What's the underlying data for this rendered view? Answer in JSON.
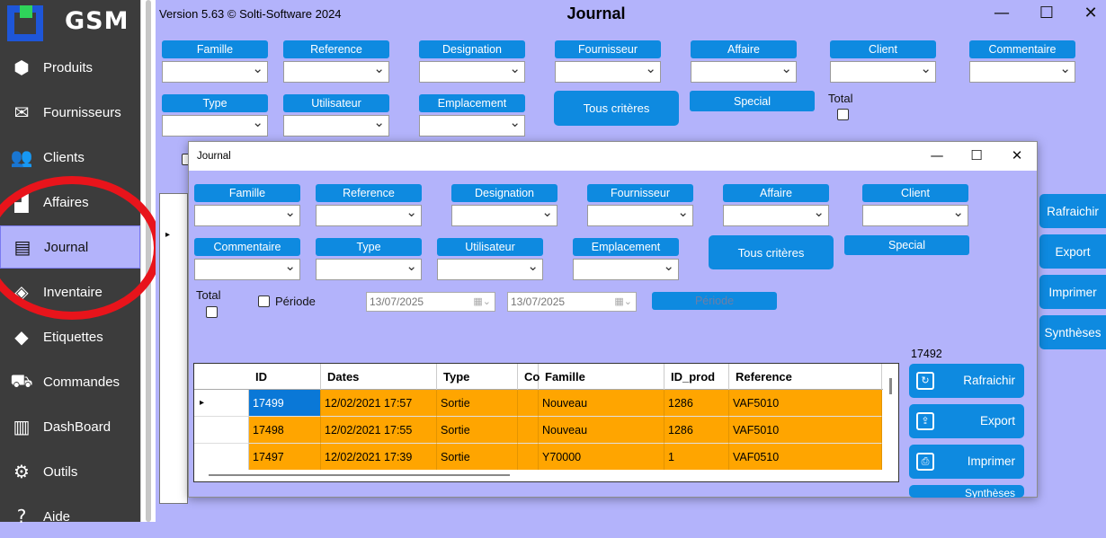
{
  "sidebar": {
    "logo_text": "GSM",
    "items": [
      {
        "label": "Produits",
        "icon": "boxes-icon",
        "glyph": "⬢"
      },
      {
        "label": "Fournisseurs",
        "icon": "box-open-icon",
        "glyph": "✉"
      },
      {
        "label": "Clients",
        "icon": "users-icon",
        "glyph": "👥"
      },
      {
        "label": "Affaires",
        "icon": "chart-bars-icon",
        "glyph": "▟"
      },
      {
        "label": "Journal",
        "icon": "document-icon",
        "glyph": "▤"
      },
      {
        "label": "Inventaire",
        "icon": "stack-icon",
        "glyph": "◈"
      },
      {
        "label": "Etiquettes",
        "icon": "tags-icon",
        "glyph": "◆"
      },
      {
        "label": "Commandes",
        "icon": "truck-icon",
        "glyph": "⛟"
      },
      {
        "label": "DashBoard",
        "icon": "bar-chart-icon",
        "glyph": "▥"
      },
      {
        "label": "Outils",
        "icon": "gear-icon",
        "glyph": "⚙"
      },
      {
        "label": "Aide",
        "icon": "question-icon",
        "glyph": "?"
      }
    ],
    "active": "Journal"
  },
  "main": {
    "version": "Version 5.63  © Solti-Software 2024",
    "title": "Journal",
    "filters_row1": [
      "Famille",
      "Reference",
      "Designation",
      "Fournisseur",
      "Affaire",
      "Client",
      "Commentaire"
    ],
    "filters_row2": [
      "Type",
      "Utilisateur",
      "Emplacement"
    ],
    "tous_criteres": "Tous critères",
    "special": "Special",
    "total_label": "Total",
    "side_buttons": [
      "Rafraichir",
      "Export",
      "Imprimer",
      "Synthèses"
    ]
  },
  "dialog": {
    "title": "Journal",
    "filters_row1": [
      "Famille",
      "Reference",
      "Designation",
      "Fournisseur",
      "Affaire",
      "Client"
    ],
    "filters_row2": [
      "Commentaire",
      "Type",
      "Utilisateur",
      "Emplacement"
    ],
    "tous_criteres": "Tous critères",
    "special": "Special",
    "total_label": "Total",
    "periode_label": "Période",
    "date_from": "13/07/2025",
    "date_to": "13/07/2025",
    "periode_button": "Période",
    "count": "17492",
    "buttons": [
      "Rafraichir",
      "Export",
      "Imprimer",
      "Synthèses"
    ],
    "table": {
      "columns": [
        "ID",
        "Dates",
        "Type",
        "Co",
        "Famille",
        "ID_prod",
        "Reference"
      ],
      "rows": [
        [
          "17499",
          "12/02/2021 17:57",
          "Sortie",
          "",
          "Nouveau",
          "1286",
          "VAF5010"
        ],
        [
          "17498",
          "12/02/2021 17:55",
          "Sortie",
          "",
          "Nouveau",
          "1286",
          "VAF5010"
        ],
        [
          "17497",
          "12/02/2021 17:39",
          "Sortie",
          "",
          "Y70000",
          "1",
          "VAF0510"
        ]
      ]
    }
  }
}
